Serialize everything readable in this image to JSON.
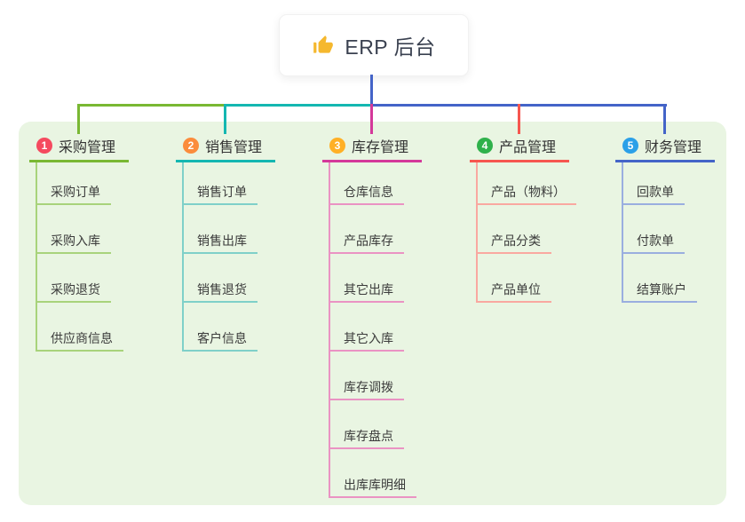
{
  "root": {
    "title": "ERP 后台",
    "icon": "thumbs-up-icon"
  },
  "branches": [
    {
      "badge": "1",
      "title": "采购管理",
      "badge_color": "#F54A5F",
      "line_color": "#79B833",
      "child_line_color": "#A8D37B",
      "children": [
        "采购订单",
        "采购入库",
        "采购退货",
        "供应商信息"
      ]
    },
    {
      "badge": "2",
      "title": "销售管理",
      "badge_color": "#FB8C3C",
      "line_color": "#14B7B1",
      "child_line_color": "#7FD0C9",
      "children": [
        "销售订单",
        "销售出库",
        "销售退货",
        "客户信息"
      ]
    },
    {
      "badge": "3",
      "title": "库存管理",
      "badge_color": "#FFB026",
      "line_color": "#D4389A",
      "child_line_color": "#EA93C3",
      "children": [
        "仓库信息",
        "产品库存",
        "其它出库",
        "其它入库",
        "库存调拨",
        "库存盘点",
        "出库库明细"
      ]
    },
    {
      "badge": "4",
      "title": "产品管理",
      "badge_color": "#2FB14B",
      "line_color": "#F6564F",
      "child_line_color": "#F9A8A0",
      "children": [
        "产品（物料）",
        "产品分类",
        "产品单位"
      ]
    },
    {
      "badge": "5",
      "title": "财务管理",
      "badge_color": "#2BA0E8",
      "line_color": "#4464C8",
      "child_line_color": "#9AAEDF",
      "children": [
        "回款单",
        "付款单",
        "结算账户"
      ]
    }
  ],
  "canvas": {
    "background": "#FFFFFF",
    "panel_color": "#E9F5E2",
    "stem_color": "#4464C8",
    "icon_color": "#F5B82E"
  }
}
